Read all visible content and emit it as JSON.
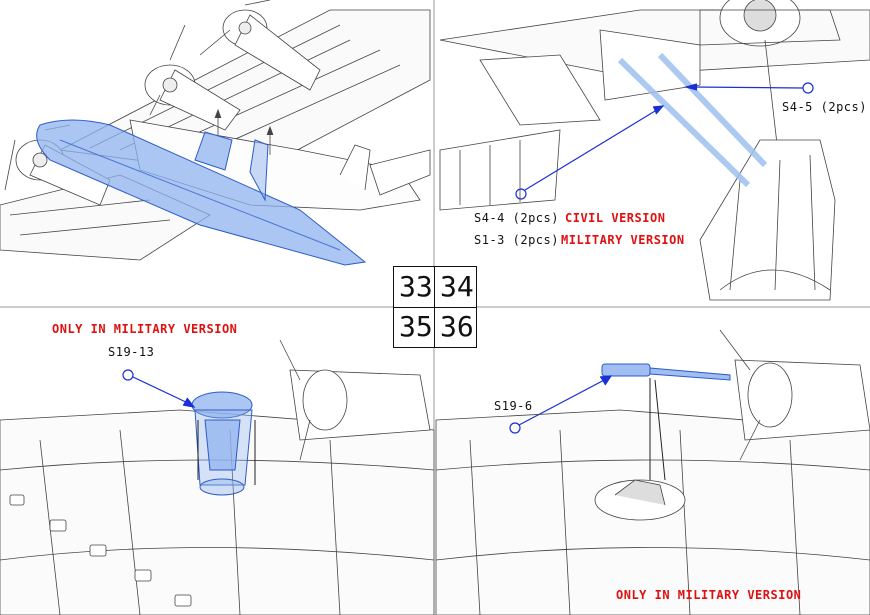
{
  "steps": [
    "33",
    "34",
    "35",
    "36"
  ],
  "panel_33": {},
  "panel_34": {
    "callout_s45": "S4-5 (2pcs)",
    "callout_s44_part": "S4-4 (2pcs)",
    "callout_s44_version": "CIVIL VERSION",
    "callout_s13_part": "S1-3 (2pcs)",
    "callout_s13_version": "MILITARY VERSION"
  },
  "panel_35": {
    "note": "ONLY IN MILITARY VERSION",
    "callout_part": "S19-13"
  },
  "panel_36": {
    "callout_part": "S19-6",
    "note": "ONLY IN MILITARY VERSION"
  },
  "colors": {
    "highlight": "#5b8fe0",
    "callout_line": "#1a2fd6",
    "note_red": "#e01010",
    "line_art": "#444444"
  }
}
